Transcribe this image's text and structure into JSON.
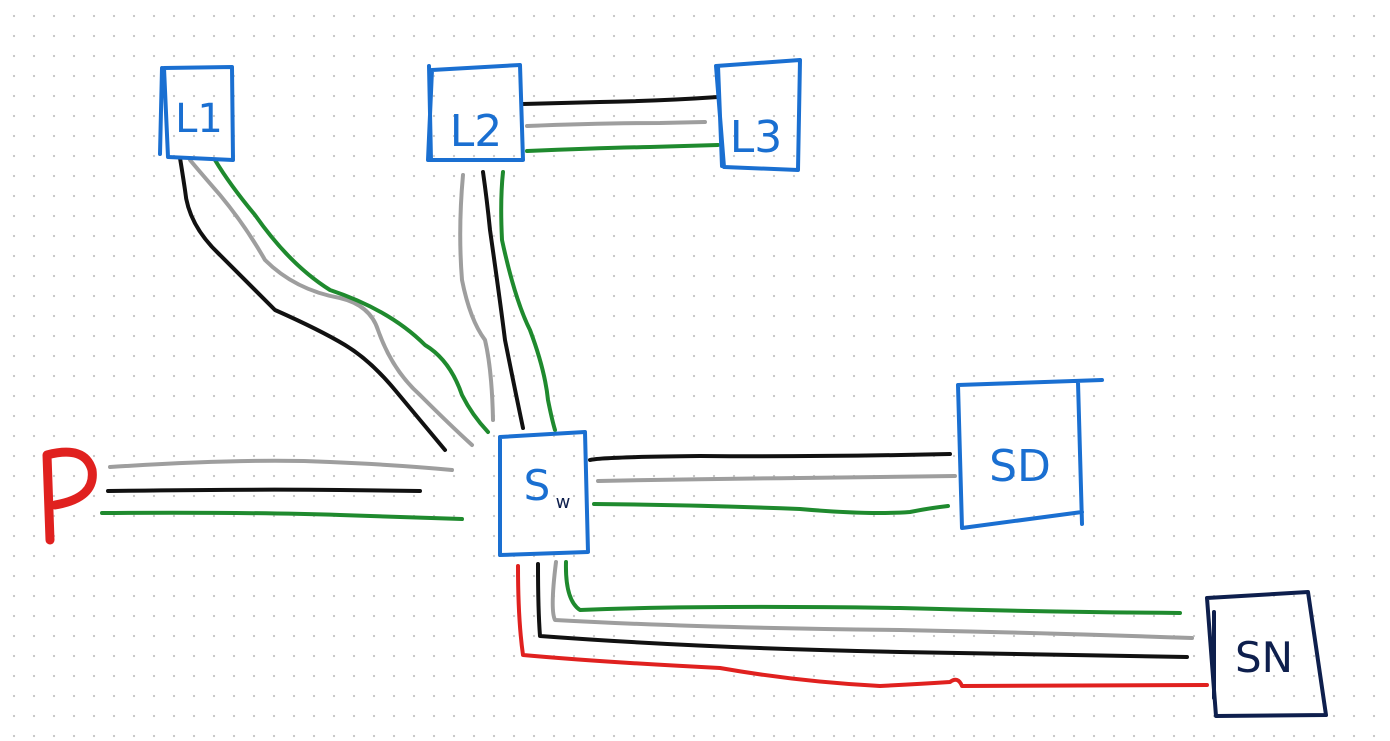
{
  "title": "Wiring sketch",
  "colors": {
    "box": "#1a6fd1",
    "box_dark": "#0e1f4d",
    "black": "#111111",
    "gray": "#9e9e9e",
    "green": "#1f8a2e",
    "red": "#e0211f",
    "power": "#e0211f"
  },
  "power": {
    "label": "P"
  },
  "nodes": {
    "l1": {
      "label": "L1"
    },
    "l2": {
      "label": "L2"
    },
    "l3": {
      "label": "L3"
    },
    "switch": {
      "label": "S",
      "subscript": "w"
    },
    "sd": {
      "label": "SD"
    },
    "sn": {
      "label": "SN"
    }
  }
}
